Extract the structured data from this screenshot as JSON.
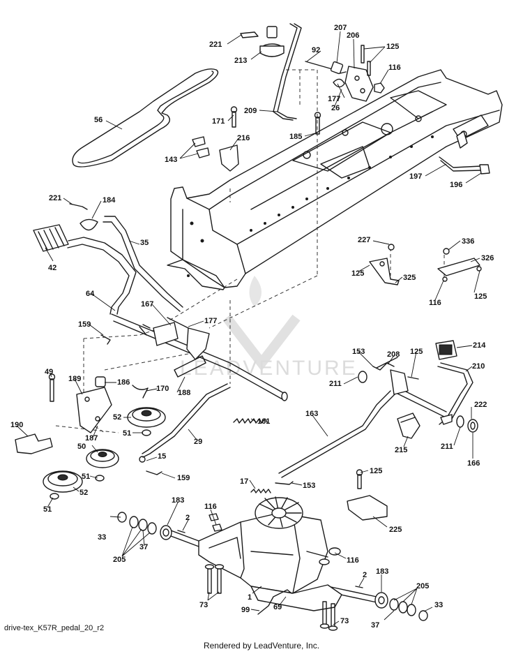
{
  "diagram": {
    "callouts": [
      {
        "id": "c221a",
        "label": "221"
      },
      {
        "id": "c213",
        "label": "213"
      },
      {
        "id": "c207",
        "label": "207"
      },
      {
        "id": "c206",
        "label": "206"
      },
      {
        "id": "c125a",
        "label": "125"
      },
      {
        "id": "c92",
        "label": "92"
      },
      {
        "id": "c116a",
        "label": "116"
      },
      {
        "id": "c177a",
        "label": "177"
      },
      {
        "id": "c26",
        "label": "26"
      },
      {
        "id": "c56",
        "label": "56"
      },
      {
        "id": "c209",
        "label": "209"
      },
      {
        "id": "c171",
        "label": "171"
      },
      {
        "id": "c185",
        "label": "185"
      },
      {
        "id": "c216",
        "label": "216"
      },
      {
        "id": "c143",
        "label": "143"
      },
      {
        "id": "c197",
        "label": "197"
      },
      {
        "id": "c196",
        "label": "196"
      },
      {
        "id": "c221b",
        "label": "221"
      },
      {
        "id": "c184",
        "label": "184"
      },
      {
        "id": "c35",
        "label": "35"
      },
      {
        "id": "c42",
        "label": "42"
      },
      {
        "id": "c227",
        "label": "227"
      },
      {
        "id": "c125b",
        "label": "125"
      },
      {
        "id": "c325",
        "label": "325"
      },
      {
        "id": "c336",
        "label": "336"
      },
      {
        "id": "c326",
        "label": "326"
      },
      {
        "id": "c116b",
        "label": "116"
      },
      {
        "id": "c125c",
        "label": "125"
      },
      {
        "id": "c64",
        "label": "64"
      },
      {
        "id": "c167",
        "label": "167"
      },
      {
        "id": "c177b",
        "label": "177"
      },
      {
        "id": "c159a",
        "label": "159"
      },
      {
        "id": "c214",
        "label": "214"
      },
      {
        "id": "c153a",
        "label": "153"
      },
      {
        "id": "c208",
        "label": "208"
      },
      {
        "id": "c125d",
        "label": "125"
      },
      {
        "id": "c211a",
        "label": "211"
      },
      {
        "id": "c210",
        "label": "210"
      },
      {
        "id": "c49",
        "label": "49"
      },
      {
        "id": "c189",
        "label": "189"
      },
      {
        "id": "c186",
        "label": "186"
      },
      {
        "id": "c170",
        "label": "170"
      },
      {
        "id": "c188",
        "label": "188"
      },
      {
        "id": "c222",
        "label": "222"
      },
      {
        "id": "c161",
        "label": "161"
      },
      {
        "id": "c163",
        "label": "163"
      },
      {
        "id": "c52a",
        "label": "52"
      },
      {
        "id": "c190",
        "label": "190"
      },
      {
        "id": "c187",
        "label": "187"
      },
      {
        "id": "c51a",
        "label": "51"
      },
      {
        "id": "c29",
        "label": "29"
      },
      {
        "id": "c211b",
        "label": "211"
      },
      {
        "id": "c215",
        "label": "215"
      },
      {
        "id": "c166",
        "label": "166"
      },
      {
        "id": "c50",
        "label": "50"
      },
      {
        "id": "c15",
        "label": "15"
      },
      {
        "id": "c51b",
        "label": "51"
      },
      {
        "id": "c159b",
        "label": "159"
      },
      {
        "id": "c125e",
        "label": "125"
      },
      {
        "id": "c17",
        "label": "17"
      },
      {
        "id": "c153b",
        "label": "153"
      },
      {
        "id": "c52b",
        "label": "52"
      },
      {
        "id": "c51c",
        "label": "51"
      },
      {
        "id": "c225",
        "label": "225"
      },
      {
        "id": "c183a",
        "label": "183"
      },
      {
        "id": "c116c",
        "label": "116"
      },
      {
        "id": "c2a",
        "label": "2"
      },
      {
        "id": "c33a",
        "label": "33"
      },
      {
        "id": "c37a",
        "label": "37"
      },
      {
        "id": "c205a",
        "label": "205"
      },
      {
        "id": "c116d",
        "label": "116"
      },
      {
        "id": "c183b",
        "label": "183"
      },
      {
        "id": "c2b",
        "label": "2"
      },
      {
        "id": "c205b",
        "label": "205"
      },
      {
        "id": "c73a",
        "label": "73"
      },
      {
        "id": "c1",
        "label": "1"
      },
      {
        "id": "c33b",
        "label": "33"
      },
      {
        "id": "c99",
        "label": "99"
      },
      {
        "id": "c69",
        "label": "69"
      },
      {
        "id": "c73b",
        "label": "73"
      },
      {
        "id": "c37b",
        "label": "37"
      }
    ],
    "watermark": "LEADVENTURE",
    "footer_code": "drive-tex_K57R_pedal_20_r2",
    "footer_credit": "Rendered by LeadVenture, Inc."
  }
}
